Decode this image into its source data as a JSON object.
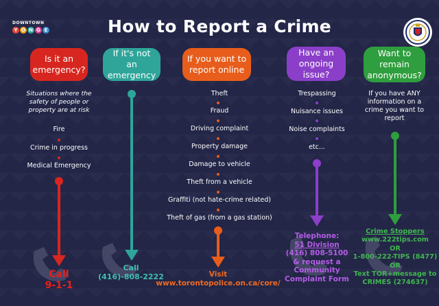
{
  "header": {
    "logo_small": "DOWNTOWN",
    "logo_letters": [
      "Y",
      "O",
      "N",
      "G",
      "E"
    ],
    "title": "How to Report a Crime"
  },
  "colors": {
    "background": "#232647",
    "emergency": "#d7261f",
    "not_emergency": "#2fa59a",
    "online": "#e85d1b",
    "ongoing": "#8b3fc9",
    "anonymous": "#2f9e3e"
  },
  "columns": {
    "emergency": {
      "heading": "Is it an emergency?",
      "description": "Situations where the safety of people or property are at risk",
      "items": [
        "Fire",
        "Crime in progress",
        "Medical Emergency"
      ],
      "action_line1": "Call",
      "action_line2": "9-1-1"
    },
    "not_emergency": {
      "heading": "If it's not an emergency",
      "action_line1": "Call",
      "action_line2": "(416)-808-2222"
    },
    "online": {
      "heading": "If you want to report online",
      "items": [
        "Theft",
        "Fraud",
        "Driving complaint",
        "Property damage",
        "Damage to vehicle",
        "Theft from a vehicle",
        "Graffiti (not hate-crime related)",
        "Theft of gas (from a gas station)"
      ],
      "action_line1": "Visit",
      "action_line2": "www.torontopolice.on.ca/core/"
    },
    "ongoing": {
      "heading": "Have an ongoing issue?",
      "items": [
        "Trespassing",
        "Nuisance issues",
        "Noise complaints",
        "etc..."
      ],
      "action_lines": [
        "Telephone:",
        "51 Division",
        "(416) 808-5100",
        "& request a",
        "Community",
        "Complaint Form"
      ]
    },
    "anonymous": {
      "heading": "Want to remain anonymous?",
      "description": "If you have ANY information on a crime you want to report",
      "action_lines": [
        "Crime Stoppers",
        "www.222tips.com",
        "OR",
        "1-800-222-TIPS (8477)",
        "OR",
        "Text TOR+message to",
        "CRIMES (274637)"
      ]
    }
  }
}
